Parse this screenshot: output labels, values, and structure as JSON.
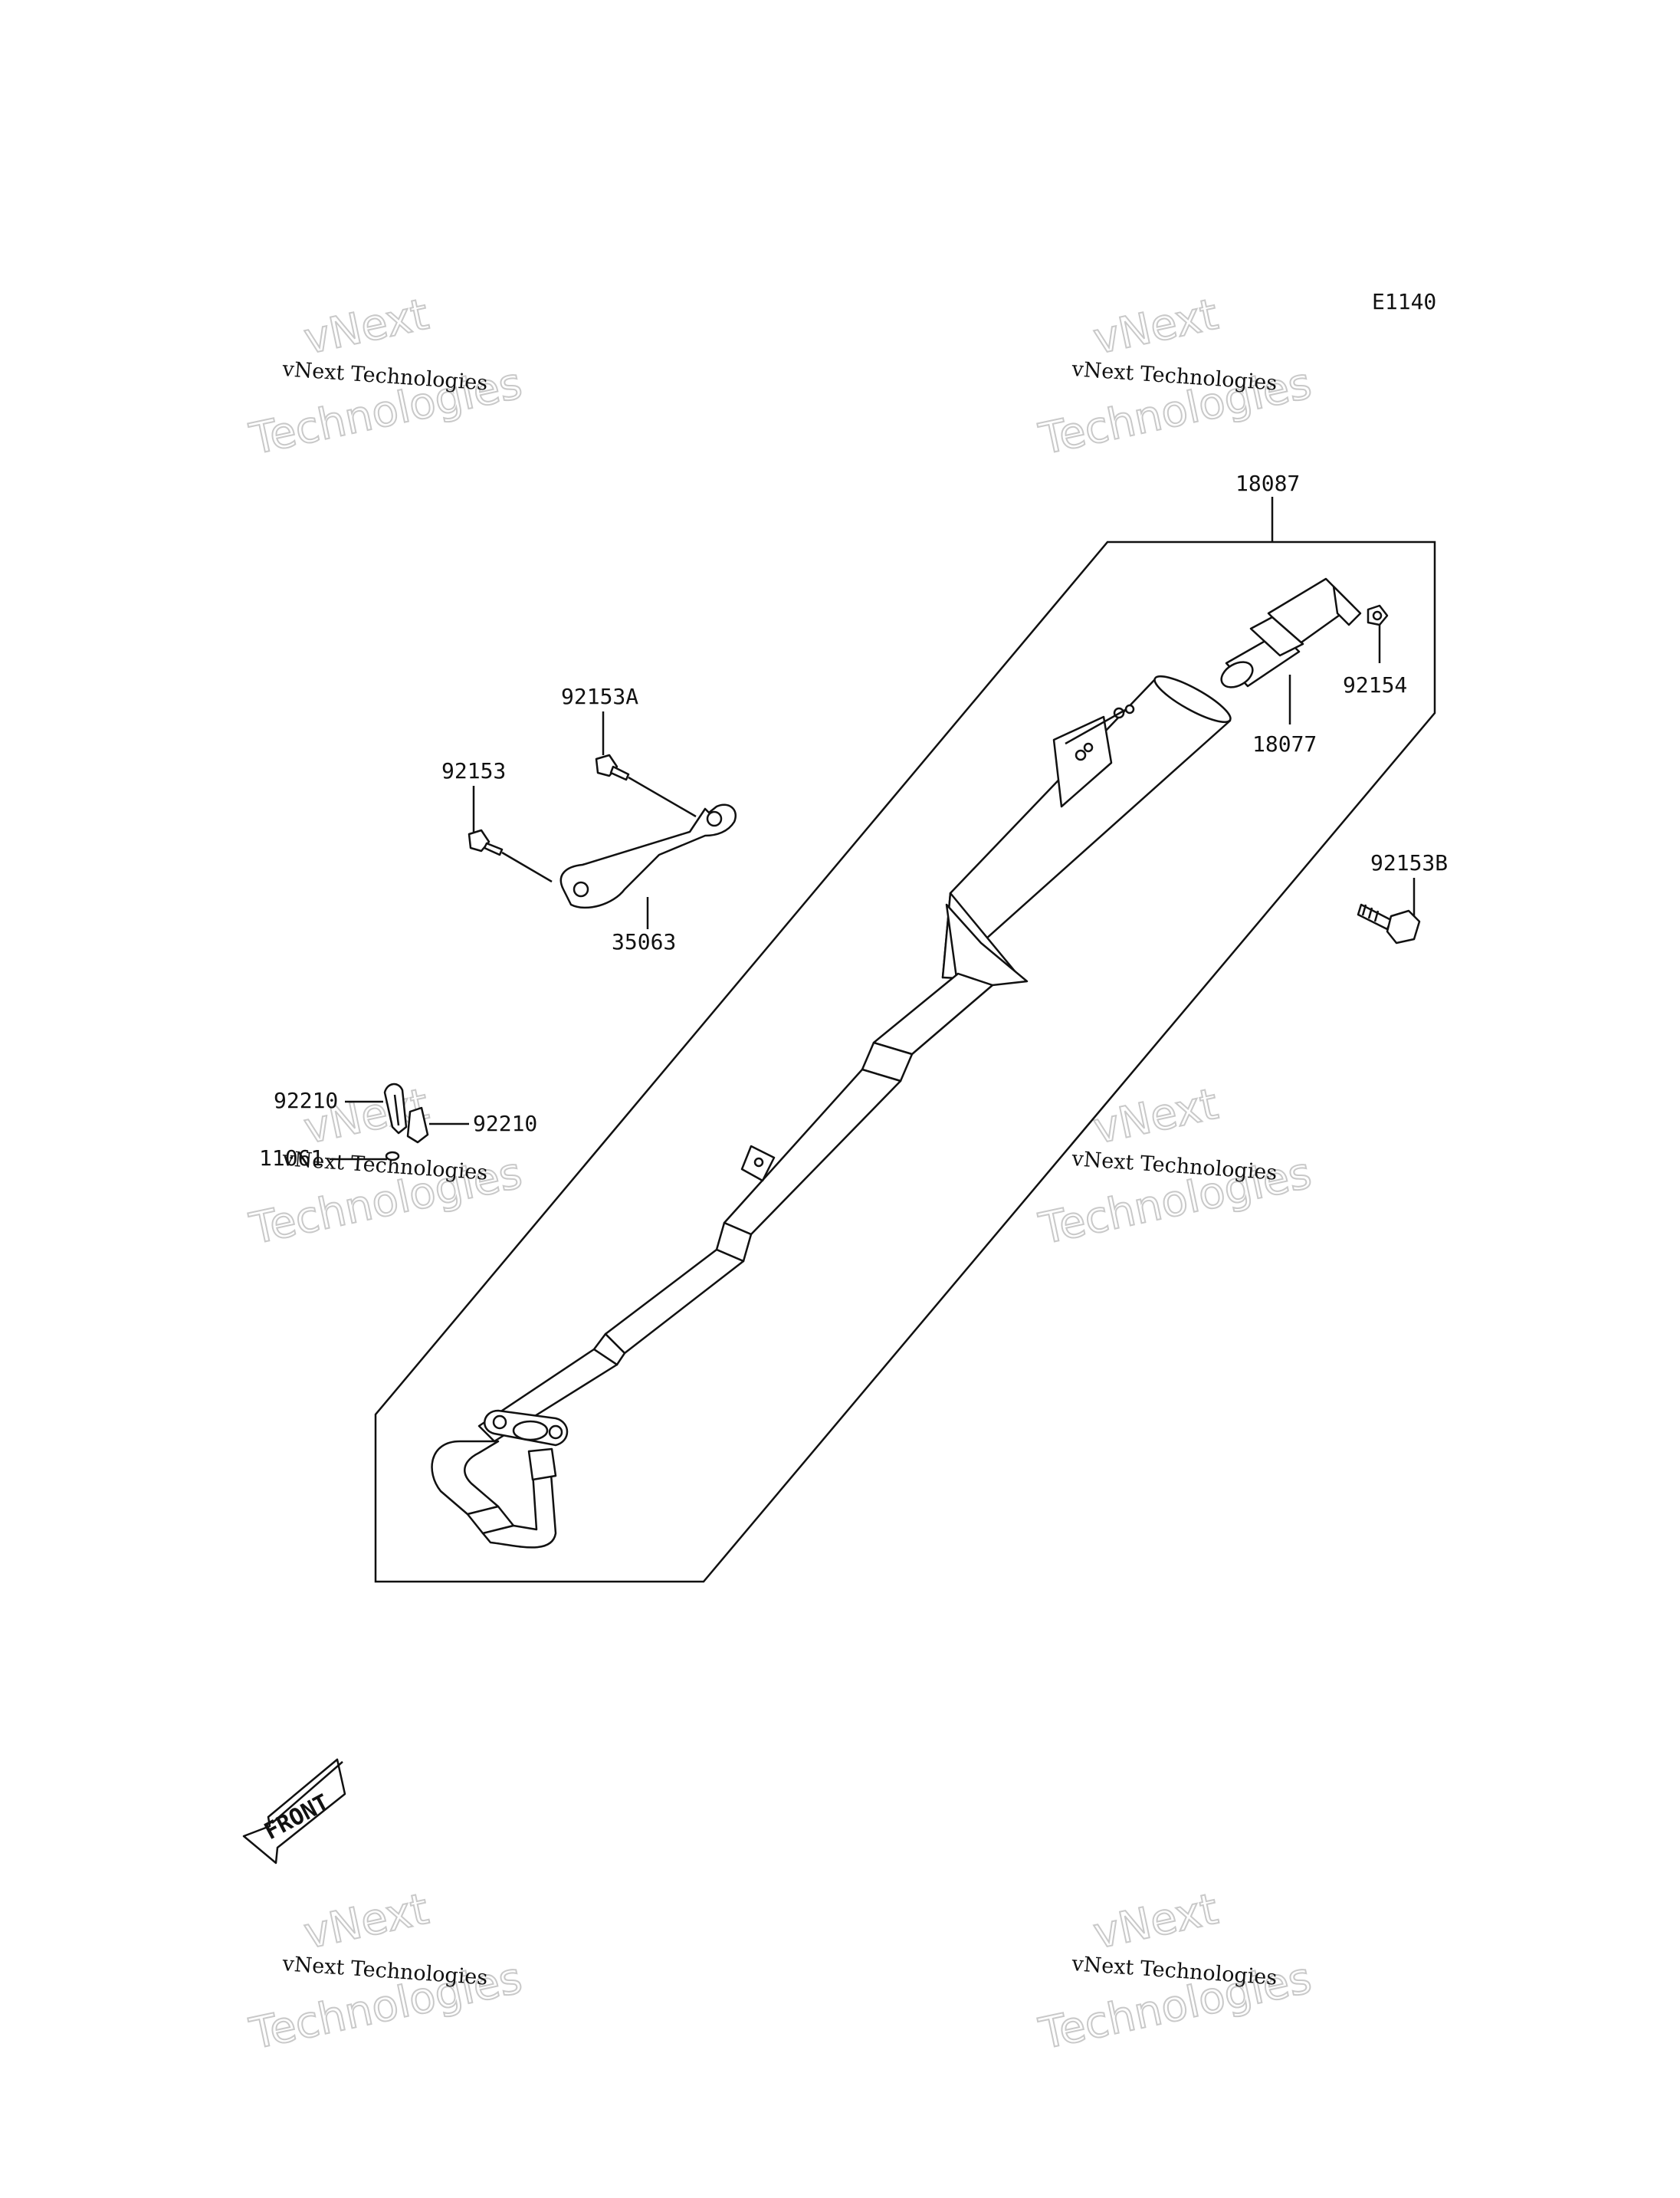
{
  "diagram_code": "E1140",
  "parts": {
    "assembly": "18087",
    "tail_pipe": "18077",
    "nut": "92154",
    "bolt_b": "92153B",
    "bolt_a": "92153A",
    "bolt": "92153",
    "bracket": "35063",
    "clamp_left": "92210",
    "clamp_right": "92210",
    "gasket": "11061"
  },
  "front_arrow_label": "FRONT",
  "watermark": {
    "small": "vNext Technologies",
    "big_line1": "vNext",
    "big_line2": "Technologies"
  }
}
